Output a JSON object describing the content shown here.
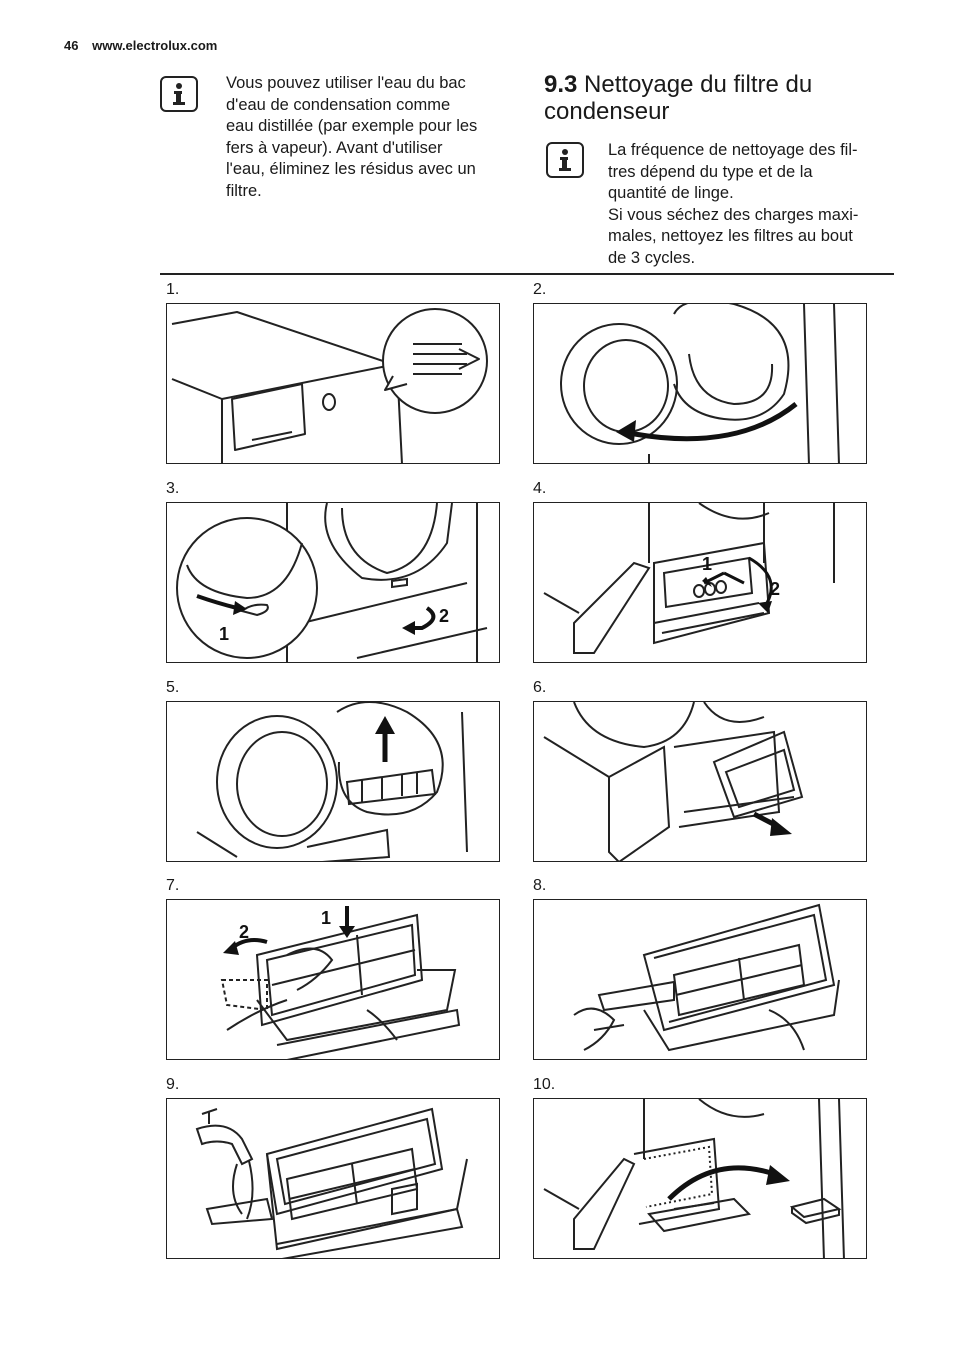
{
  "header": {
    "page_number": "46",
    "site": "www.electrolux.com"
  },
  "note_left": {
    "icon": "info-icon",
    "lines": [
      "Vous pouvez utiliser l'eau du bac",
      "d'eau de condensation comme",
      "eau distillée (par exemple pour les",
      "fers à vapeur). Avant d'utiliser",
      "l'eau, éliminez les résidus avec un",
      "filtre."
    ]
  },
  "section": {
    "number": "9.3",
    "title_line1": "Nettoyage du filtre du",
    "title_line2": "condenseur"
  },
  "note_right": {
    "icon": "info-icon",
    "lines": [
      "La fréquence de nettoyage des fil-",
      "tres dépend du type et de la",
      "quantité de linge.",
      "Si vous séchez des charges maxi-",
      "males, nettoyez les filtres au bout",
      "de 3 cycles."
    ]
  },
  "steps": [
    {
      "label": "1.",
      "callouts": []
    },
    {
      "label": "2.",
      "callouts": []
    },
    {
      "label": "3.",
      "callouts": [
        "1",
        "2"
      ]
    },
    {
      "label": "4.",
      "callouts": [
        "1",
        "2"
      ]
    },
    {
      "label": "5.",
      "callouts": []
    },
    {
      "label": "6.",
      "callouts": []
    },
    {
      "label": "7.",
      "callouts": [
        "1",
        "2"
      ]
    },
    {
      "label": "8.",
      "callouts": []
    },
    {
      "label": "9.",
      "callouts": []
    },
    {
      "label": "10.",
      "callouts": []
    }
  ]
}
